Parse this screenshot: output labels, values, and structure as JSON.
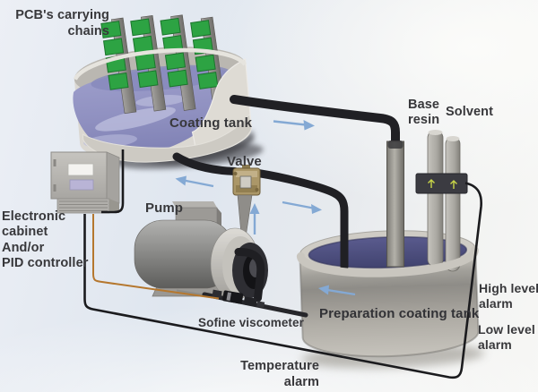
{
  "diagram": {
    "labels": {
      "pcb_chains": [
        "PCB's carrying",
        "chains"
      ],
      "coating_tank": "Coating tank",
      "valve": "Valve",
      "pump": "Pump",
      "base_resin": [
        "Base",
        "resin"
      ],
      "solvent": "Solvent",
      "controller": [
        "Electronic",
        "cabinet",
        "And/or",
        "PID controller"
      ],
      "viscometer": "Sofine viscometer",
      "prep_tank": "Preparation coating tank",
      "high_level": [
        "High level",
        "alarm"
      ],
      "low_level": [
        "Low level",
        "alarm"
      ],
      "temperature": [
        "Temperature",
        "alarm"
      ]
    },
    "colors": {
      "flow_arrow": "#84a9d4",
      "pcb_green": "#2da343",
      "coating_liquid": "#9193c2",
      "prep_liquid": "#4b4d7d",
      "valve_brass": "#ab9768",
      "signal_wire_orange": "#b5772e",
      "pipe_black": "#202024",
      "label_text": "#38383b"
    },
    "flow_arrows": [
      {
        "name": "overflow-to-prep-tank",
        "direction": "right"
      },
      {
        "name": "valve-to-coating-tank",
        "direction": "left"
      },
      {
        "name": "pump-to-valve",
        "direction": "up"
      },
      {
        "name": "valve-to-prep-tank",
        "direction": "right"
      },
      {
        "name": "prep-tank-to-pump",
        "direction": "left"
      }
    ]
  }
}
